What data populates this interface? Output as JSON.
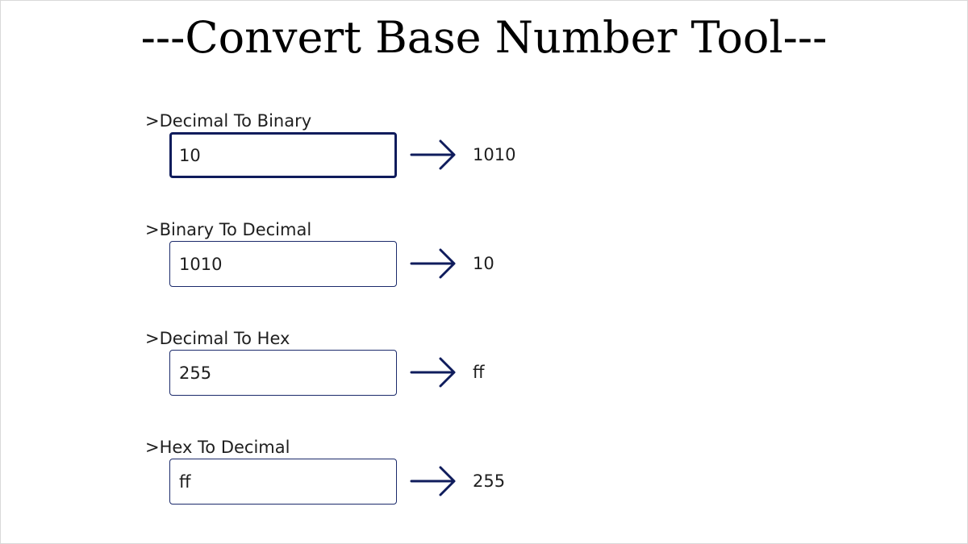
{
  "app": {
    "title": "---Convert Base Number Tool---"
  },
  "colors": {
    "accent": "#0f1c5c",
    "input_border": "#1b2a6b",
    "text": "#1f1f1f"
  },
  "converters": [
    {
      "label": ">Decimal To Binary",
      "input_value": "10",
      "result": "1010",
      "icon": "arrow-right-icon"
    },
    {
      "label": ">Binary To Decimal",
      "input_value": "1010",
      "result": "10",
      "icon": "arrow-right-icon"
    },
    {
      "label": ">Decimal To Hex",
      "input_value": "255",
      "result": "ff",
      "icon": "arrow-right-icon"
    },
    {
      "label": ">Hex To Decimal",
      "input_value": "ff",
      "result": "255",
      "icon": "arrow-right-icon"
    }
  ]
}
